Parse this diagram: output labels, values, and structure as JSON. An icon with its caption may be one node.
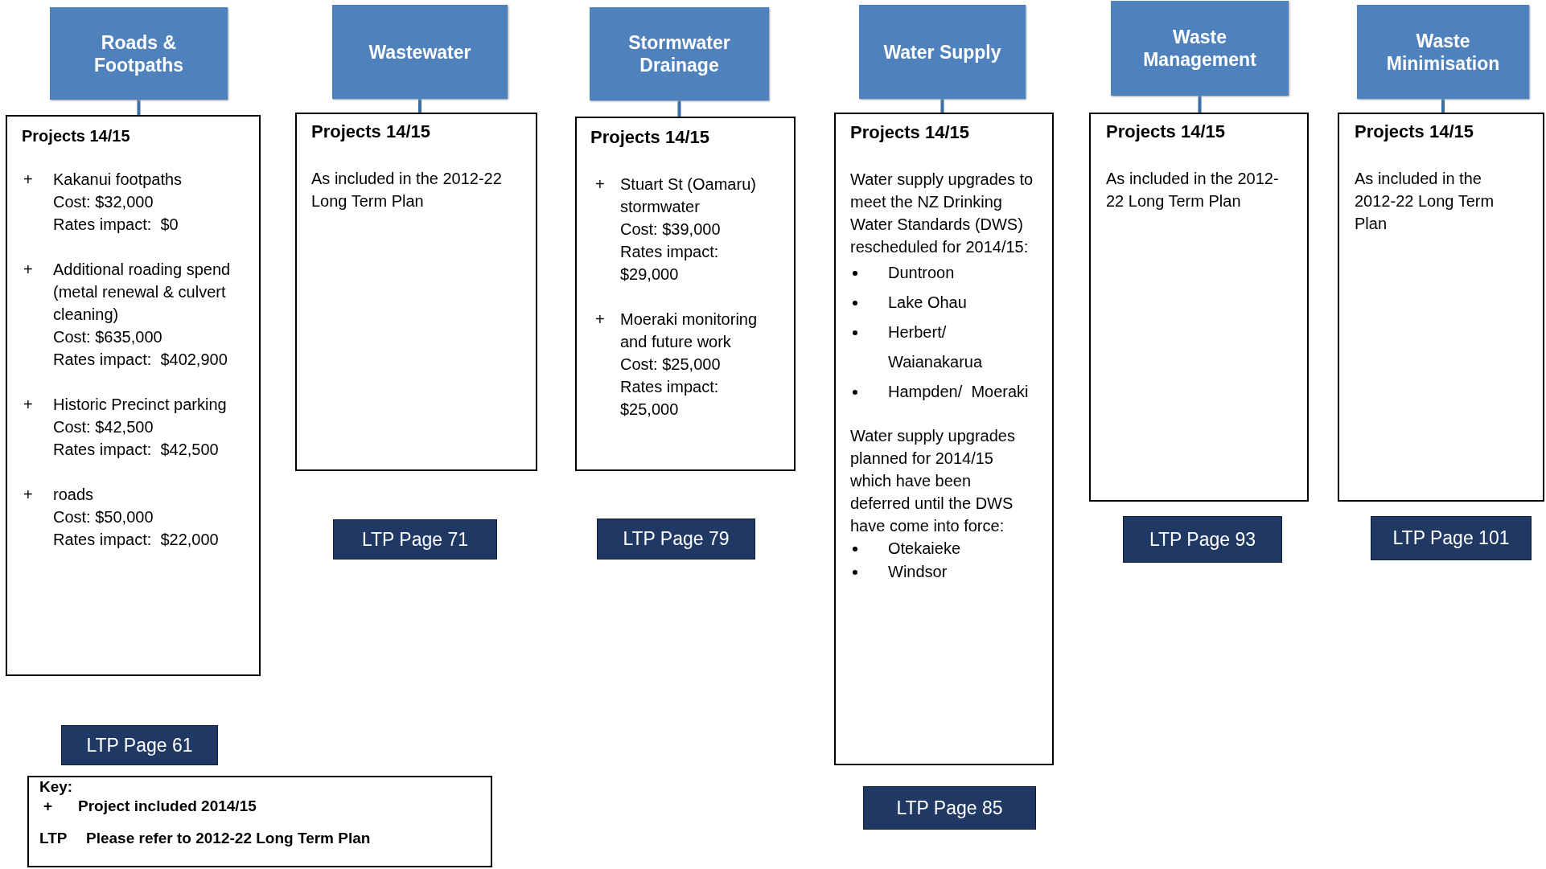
{
  "diagram": {
    "nodes": [
      {
        "text": [
          "Roads & Footpaths"
        ]
      },
      {
        "text": [
          "Wastewater"
        ]
      },
      {
        "text": [
          "Stormwater Drainage"
        ]
      },
      {
        "text": [
          "Water Supply"
        ]
      },
      {
        "text": [
          "Waste Management"
        ]
      },
      {
        "text": [
          "Waste Minimisation"
        ]
      },
      {
        "text": [
          "Projects 14/15",
          "+",
          "Kakanui footpaths",
          "Cost: $32,000",
          "Rates impact:  $0",
          "+",
          "Additional roading spend (metal renewal & culvert cleaning)",
          "Cost: $635,000",
          "Rates impact:  $402,900",
          "+",
          "Historic Precinct parking",
          "Cost: $42,500",
          "Rates impact:  $42,500",
          "+",
          "roads",
          "Cost: $50,000",
          "Rates impact:  $22,000"
        ]
      },
      {
        "text": [
          "Projects 14/15",
          "As included in the 2012-22 Long Term Plan"
        ]
      },
      {
        "text": [
          "Projects 14/15",
          "+",
          "Stuart St (Oamaru) stormwater",
          "Cost: $39,000",
          "Rates impact: $29,000",
          "+",
          "Moeraki monitoring and future work",
          "Cost: $25,000",
          "Rates impact: $25,000"
        ]
      },
      {
        "text": [
          "Projects 14/15",
          "Water supply upgrades to meet the NZ Drinking Water Standards (DWS) rescheduled for 2014/15:",
          "Duntroon",
          "Lake Ohau",
          "Herbert/ Waianakarua",
          "Hampden/  Moeraki",
          "Water supply upgrades planned for 2014/15 which have been deferred until the DWS have come into force:",
          "Otekaieke",
          "Windsor"
        ]
      },
      {
        "text": [
          "Projects 14/15",
          "As included in the 2012-22 Long Term Plan"
        ]
      },
      {
        "text": [
          "Projects 14/15",
          "As included in the 2012-22 Long Term Plan"
        ]
      },
      {
        "text": [
          "LTP Page 61"
        ]
      },
      {
        "text": [
          "LTP Page 71"
        ]
      },
      {
        "text": [
          "LTP Page 79"
        ]
      },
      {
        "text": [
          "LTP Page 85"
        ]
      },
      {
        "text": [
          "LTP Page 93"
        ]
      },
      {
        "text": [
          "LTP Page 101"
        ]
      },
      {
        "text": [
          "Key:",
          "+",
          "Project included 2014/15",
          "LTP",
          "Please refer to 2012-22 Long Term Plan"
        ]
      }
    ],
    "edges": [
      {
        "from": 0,
        "to": 6,
        "arrow": "none"
      },
      {
        "from": 1,
        "to": 7,
        "arrow": "none"
      },
      {
        "from": 2,
        "to": 8,
        "arrow": "none"
      },
      {
        "from": 3,
        "to": 9,
        "arrow": "none"
      },
      {
        "from": 4,
        "to": 10,
        "arrow": "none"
      },
      {
        "from": 5,
        "to": 11,
        "arrow": "none"
      }
    ]
  }
}
